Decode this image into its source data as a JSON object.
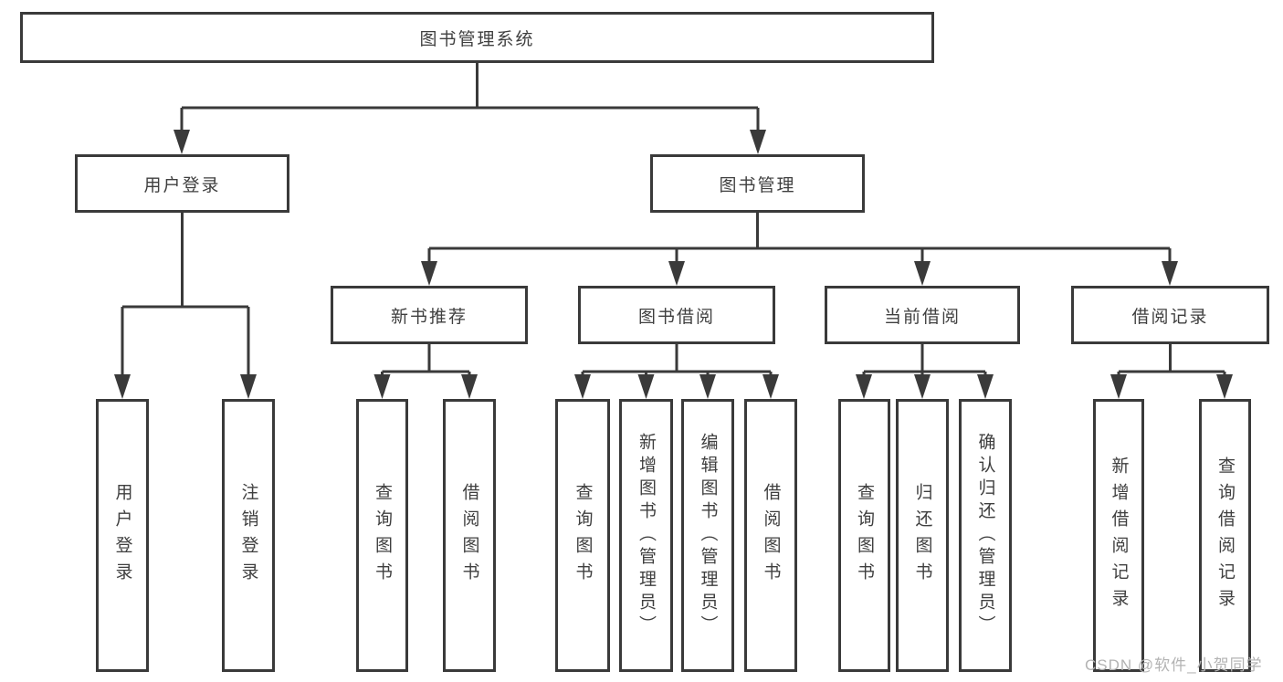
{
  "tree": {
    "root": {
      "label": "图书管理系统"
    },
    "children": [
      {
        "label": "用户登录",
        "children": [
          {
            "label": "用户登录"
          },
          {
            "label": "注销登录"
          }
        ]
      },
      {
        "label": "图书管理",
        "children": [
          {
            "label": "新书推荐",
            "children": [
              {
                "label": "查询图书"
              },
              {
                "label": "借阅图书"
              }
            ]
          },
          {
            "label": "图书借阅",
            "children": [
              {
                "label": "查询图书"
              },
              {
                "label": "新增图书（管理员）"
              },
              {
                "label": "编辑图书（管理员）"
              },
              {
                "label": "借阅图书"
              }
            ]
          },
          {
            "label": "当前借阅",
            "children": [
              {
                "label": "查询图书"
              },
              {
                "label": "归还图书"
              },
              {
                "label": "确认归还（管理员）"
              }
            ]
          },
          {
            "label": "借阅记录",
            "children": [
              {
                "label": "新增借阅记录"
              },
              {
                "label": "查询借阅记录"
              }
            ]
          }
        ]
      }
    ]
  },
  "watermark": "CSDN @软件_小贺同学",
  "colors": {
    "line": "#3a3a3a",
    "text": "#3f3f3f",
    "watermark": "#b3b3b3",
    "bg": "#ffffff"
  }
}
